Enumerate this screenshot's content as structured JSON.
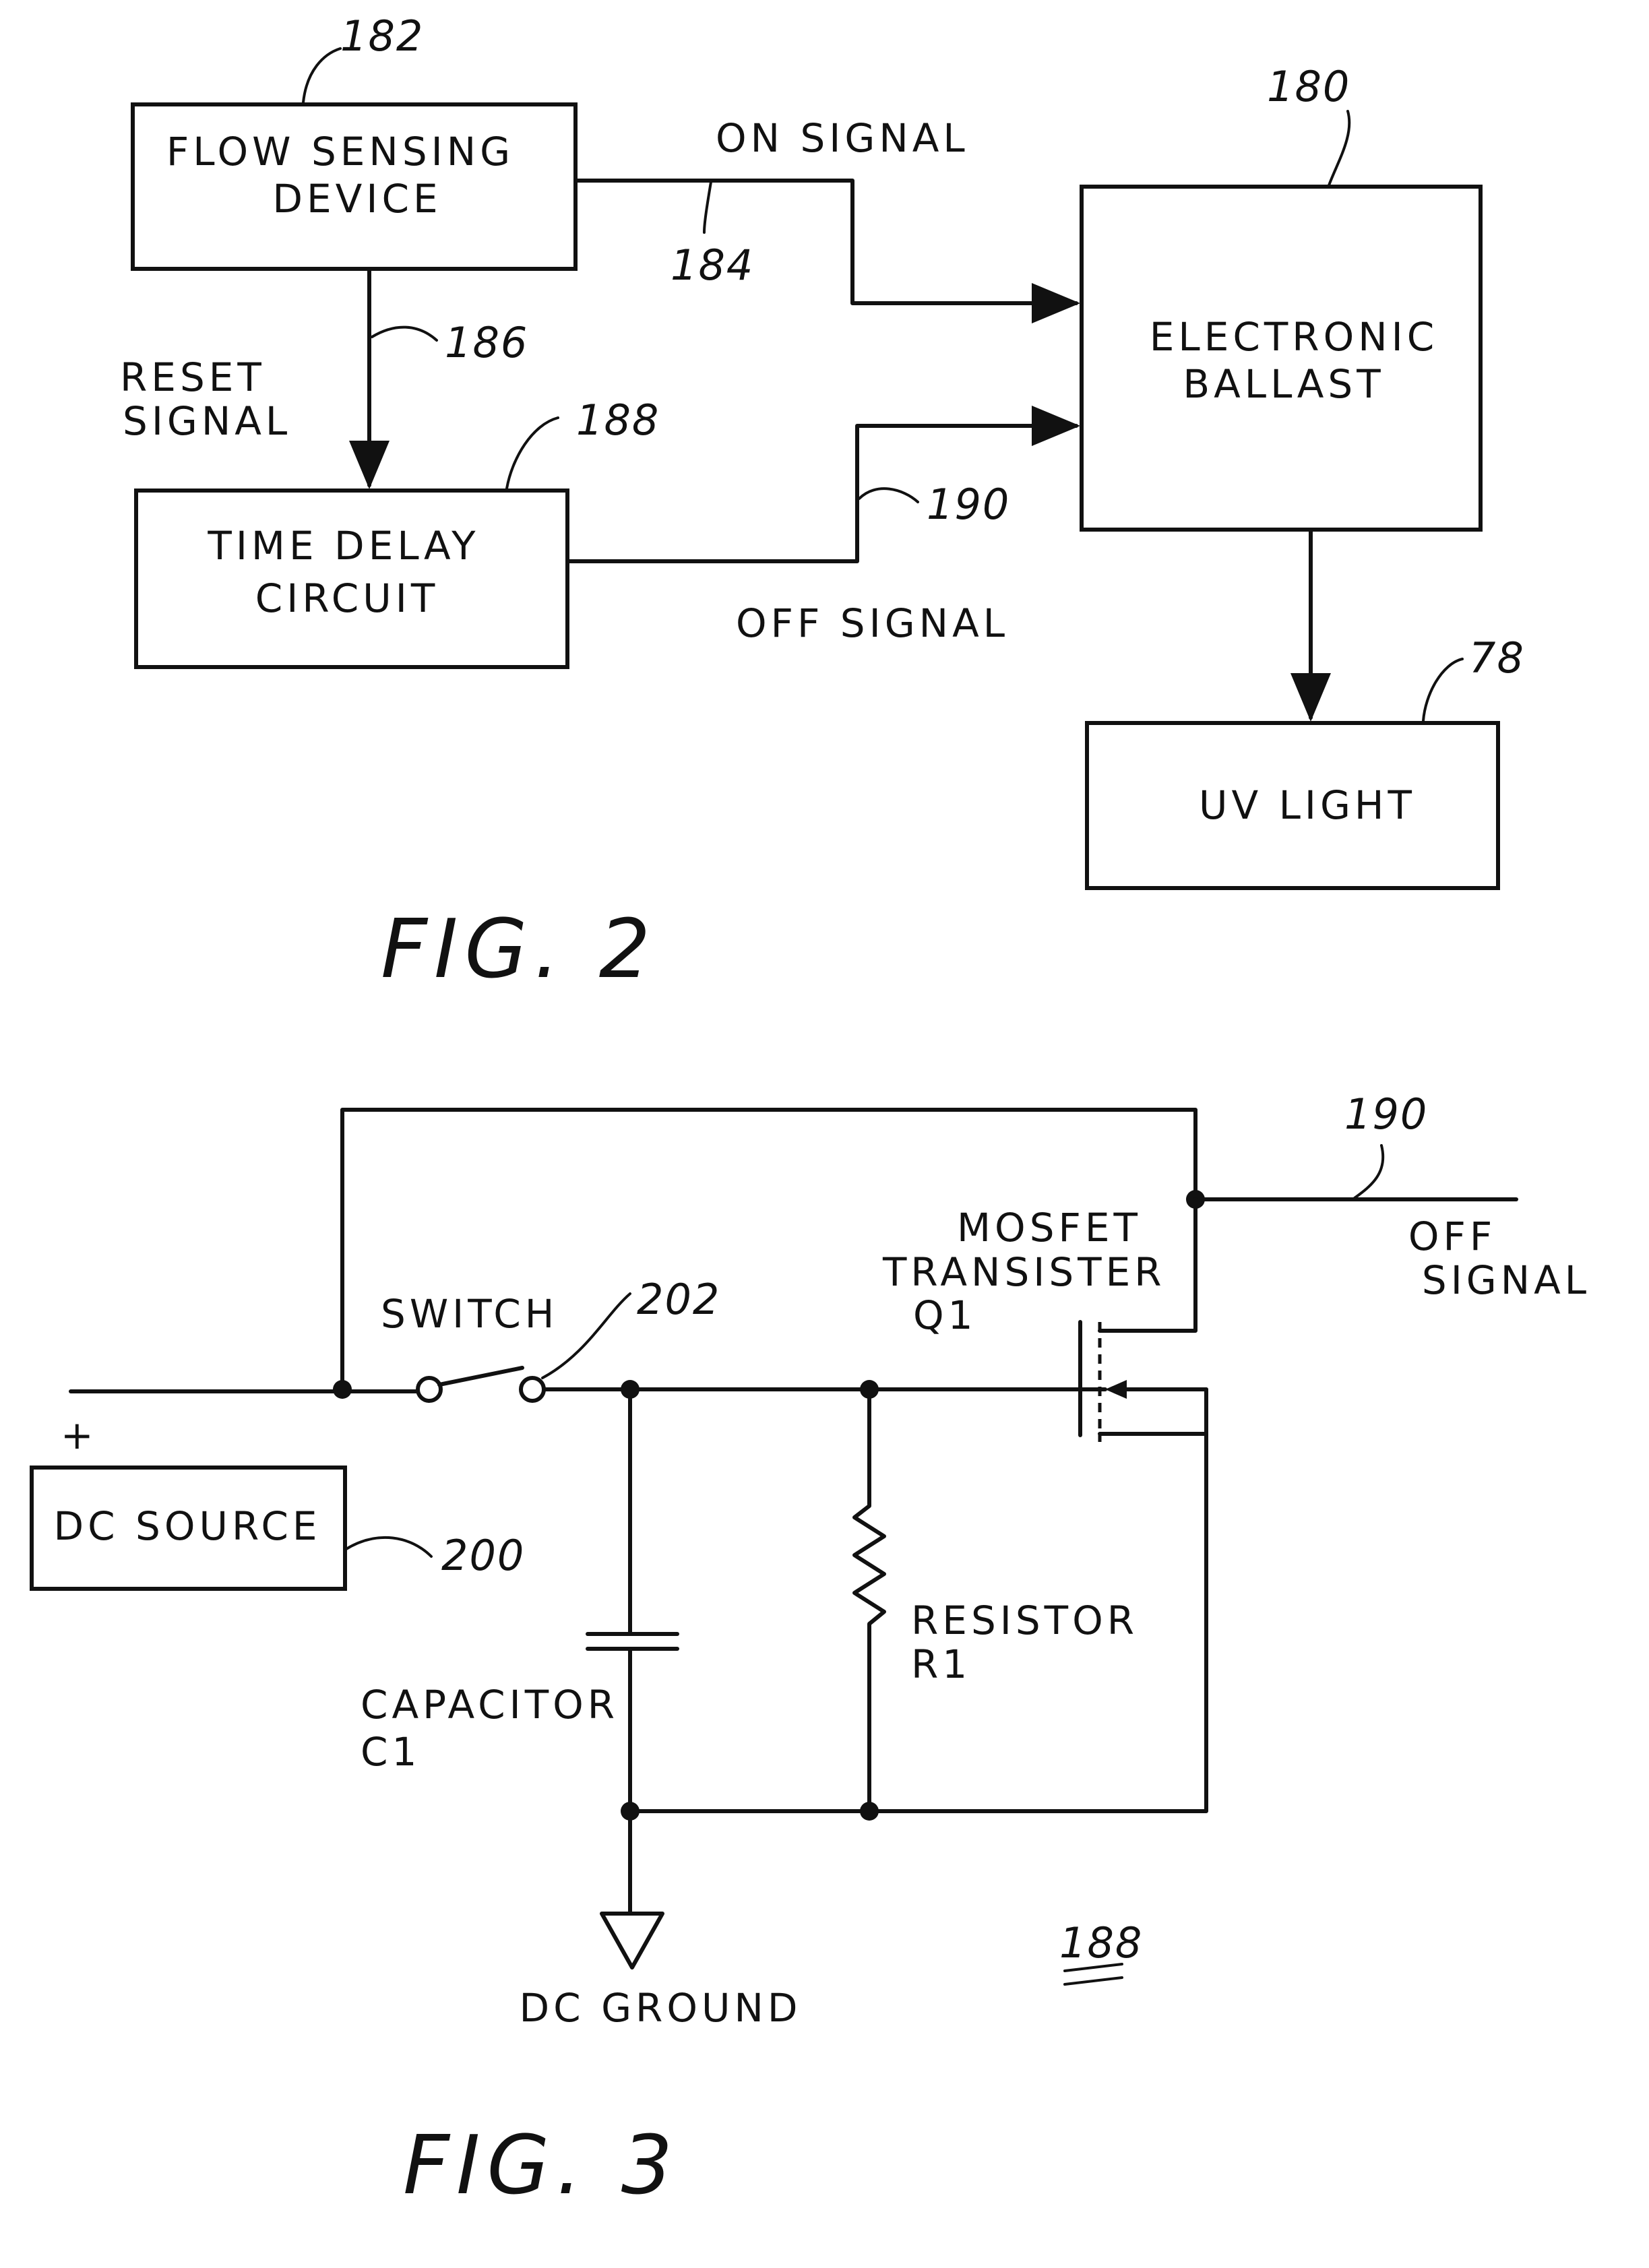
{
  "figure2": {
    "caption": "FIG. 2",
    "flow_sensing_device": {
      "line1": "FLOW SENSING",
      "line2": "DEVICE",
      "ref": "182"
    },
    "electronic_ballast": {
      "line1": "ELECTRONIC",
      "line2": "BALLAST",
      "ref": "180"
    },
    "time_delay_circuit": {
      "line1": "TIME DELAY",
      "line2": "CIRCUIT",
      "ref": "188"
    },
    "uv_light": {
      "label": "UV LIGHT",
      "ref": "78"
    },
    "on_signal": {
      "label": "ON SIGNAL",
      "ref": "184"
    },
    "reset_signal": {
      "line1": "RESET",
      "line2": "SIGNAL",
      "ref": "186"
    },
    "off_signal": {
      "label": "OFF SIGNAL",
      "ref": "190"
    }
  },
  "figure3": {
    "caption": "FIG. 3",
    "circuit_ref": "188",
    "plus_sign": "+",
    "dc_source": {
      "label": "DC SOURCE",
      "ref": "200"
    },
    "switch": {
      "label": "SWITCH",
      "ref": "202"
    },
    "mosfet": {
      "line1": "MOSFET",
      "line2": "TRANSISTER",
      "line3": "Q1"
    },
    "off_signal": {
      "line1": "OFF",
      "line2": "SIGNAL",
      "ref": "190"
    },
    "resistor": {
      "line1": "RESISTOR",
      "line2": "R1"
    },
    "capacitor": {
      "line1": "CAPACITOR",
      "line2": "C1"
    },
    "ground": {
      "label": "DC GROUND"
    }
  }
}
